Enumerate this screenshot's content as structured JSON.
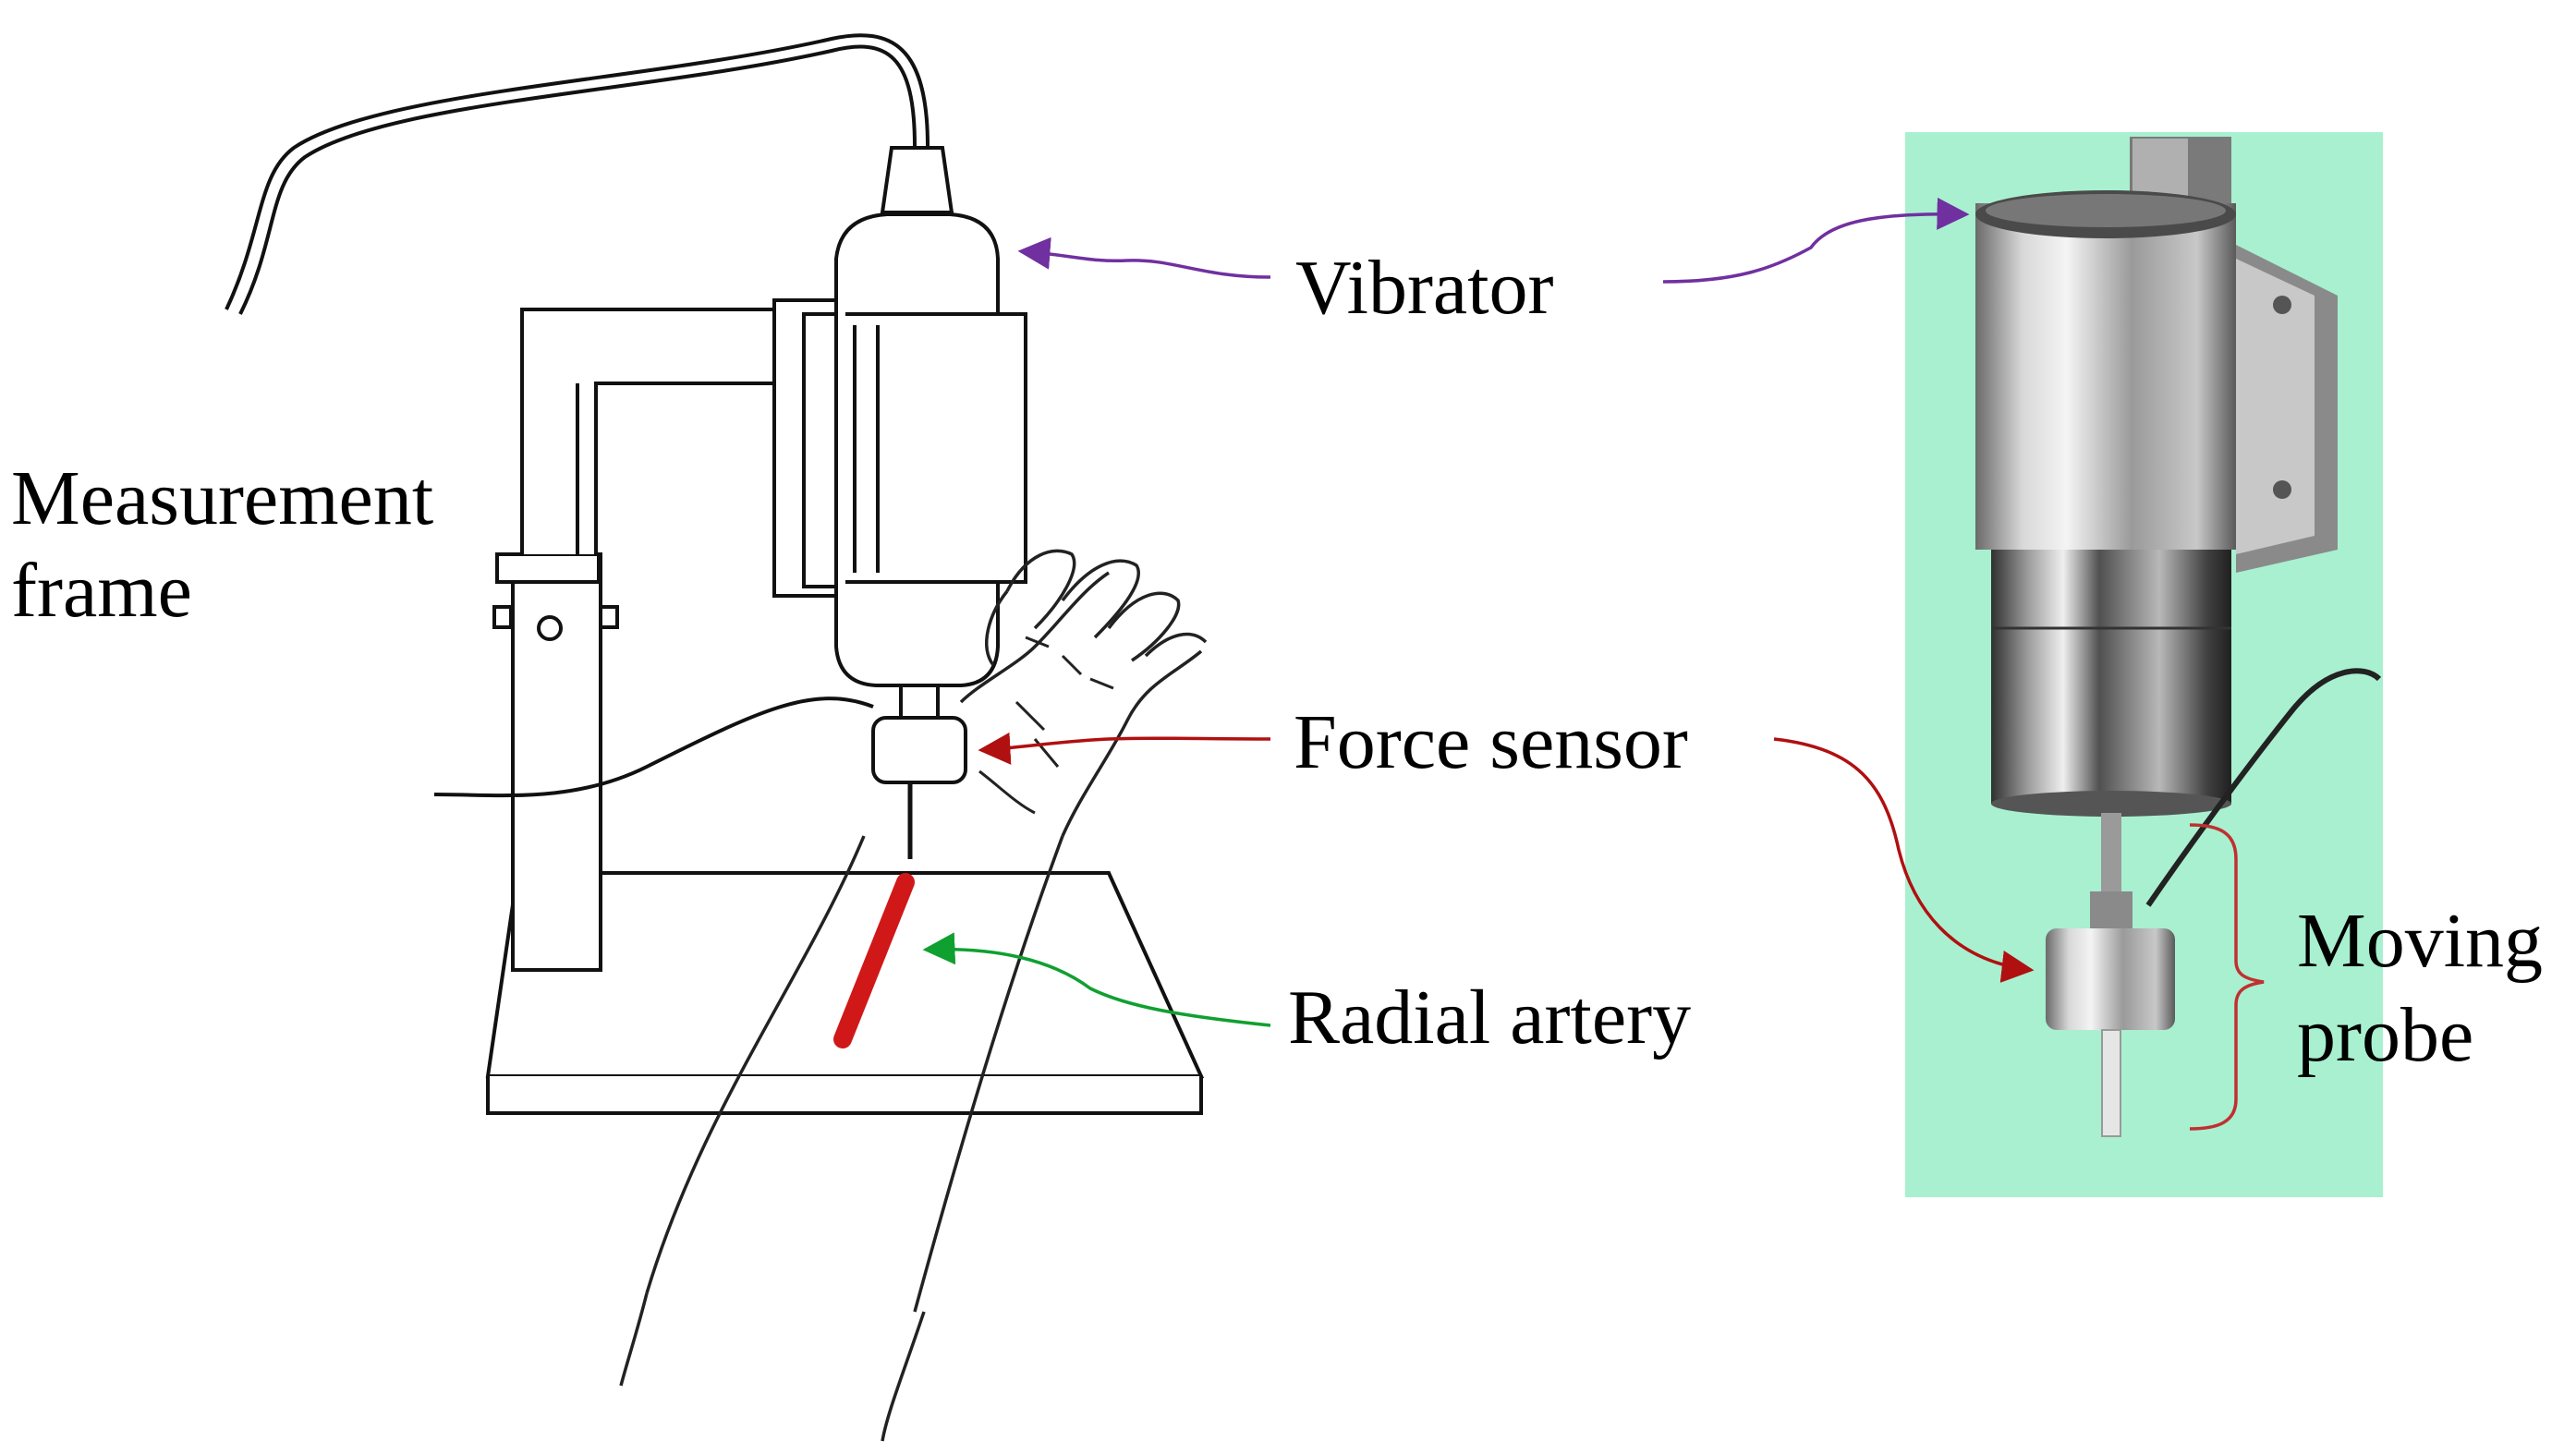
{
  "labels": {
    "measurement_line1": "Measurement",
    "measurement_line2": "frame",
    "vibrator": "Vibrator",
    "force_sensor": "Force sensor",
    "radial_artery": "Radial artery",
    "moving_line1": "Moving",
    "moving_line2": "probe"
  },
  "colors": {
    "vibrator_arrow": "#7030a0",
    "force_arrow": "#b01010",
    "artery_arrow": "#10a030",
    "artery": "#d01818",
    "photo_background": "#a8f0d0",
    "bracket": "#c03030"
  }
}
